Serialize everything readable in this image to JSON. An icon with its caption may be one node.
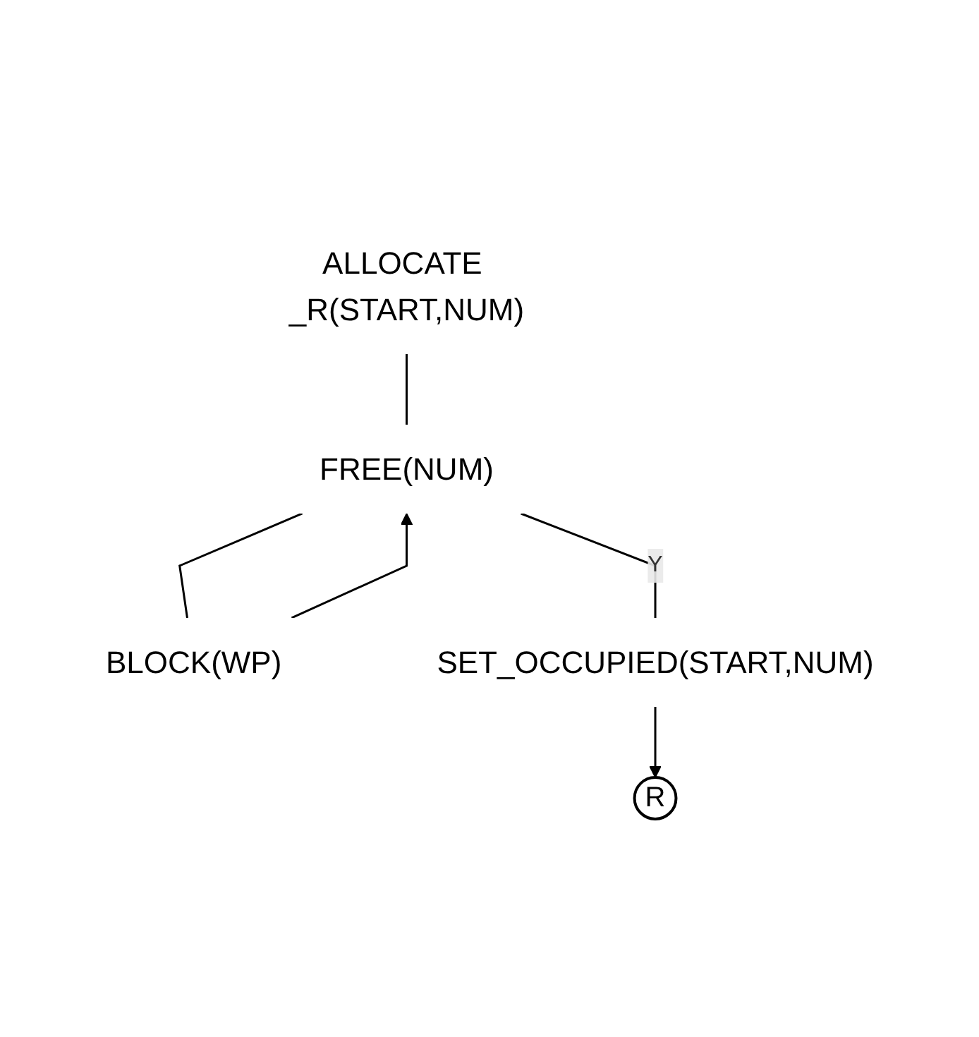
{
  "diagram": {
    "nodes": [
      {
        "text": [
          "ALLOCATE _R(START,NUM)"
        ]
      },
      {
        "text": [
          "FREE(NUM)"
        ]
      },
      {
        "text": [
          "BLOCK(WP)"
        ]
      },
      {
        "text": [
          "SET_OCCUPIED(START,NUM)"
        ]
      },
      {
        "text": [
          "R"
        ]
      }
    ],
    "edges": [
      {
        "from": 0,
        "to": 1,
        "arrow": "none"
      },
      {
        "from": 1,
        "to": 2,
        "arrow": "none"
      },
      {
        "from": 2,
        "to": 1,
        "arrow": "to"
      },
      {
        "from": 1,
        "to": 3,
        "label": "Y",
        "arrow": "none"
      },
      {
        "from": 3,
        "to": 4,
        "arrow": "to"
      }
    ]
  }
}
